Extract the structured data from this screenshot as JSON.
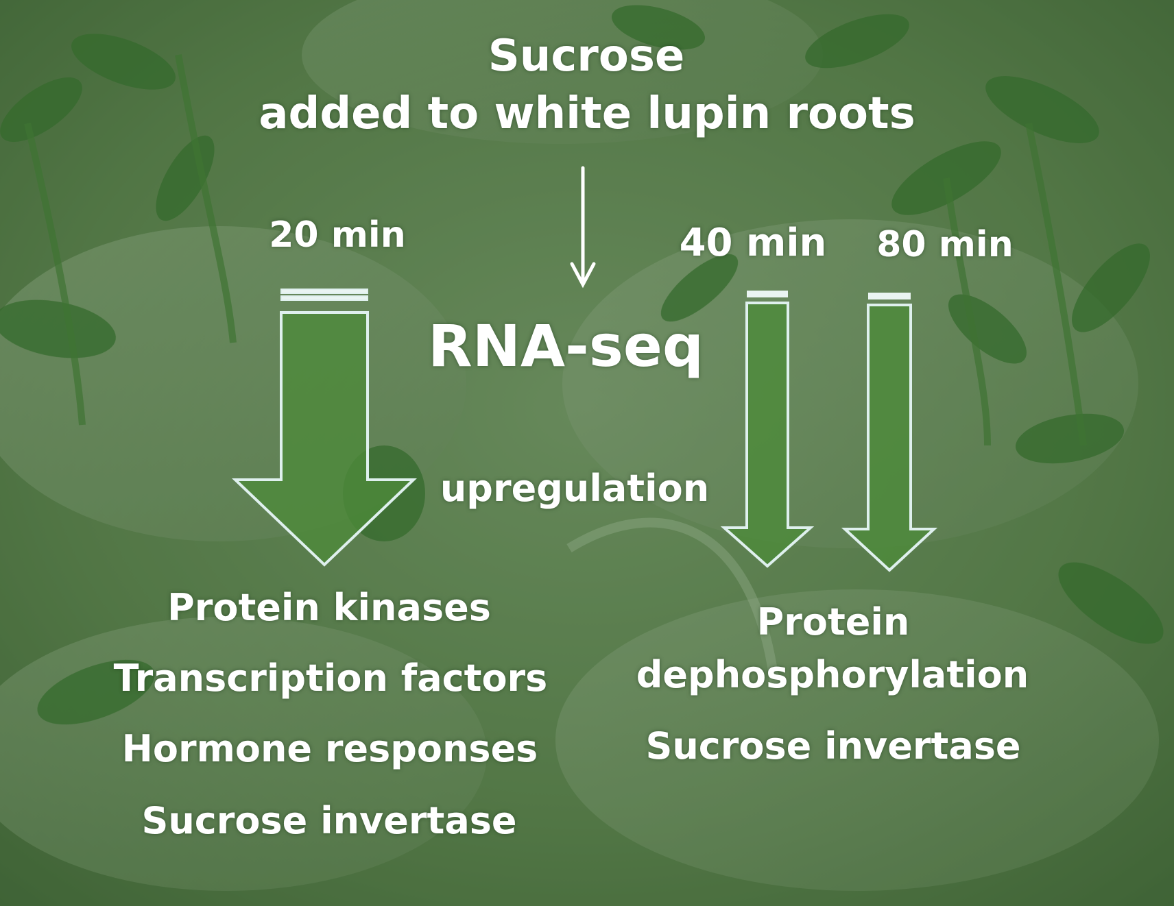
{
  "title_line1": "Sucrose",
  "title_line2": "added to white lupin roots",
  "method": "RNA-seq",
  "regulation": "upregulation",
  "timepoints": [
    "20 min",
    "40 min",
    "80 min"
  ],
  "early_responses": [
    "Protein kinases",
    "Transcription factors",
    "Hormone responses",
    "Sucrose invertase"
  ],
  "late_responses": [
    "Protein",
    "dephosphorylation",
    "Sucrose invertase"
  ],
  "colors": {
    "overlay": "#4a7c3c",
    "arrow_fill": "#4d8a3a",
    "arrow_stroke": "#dff0ee",
    "text": "#ffffff"
  }
}
